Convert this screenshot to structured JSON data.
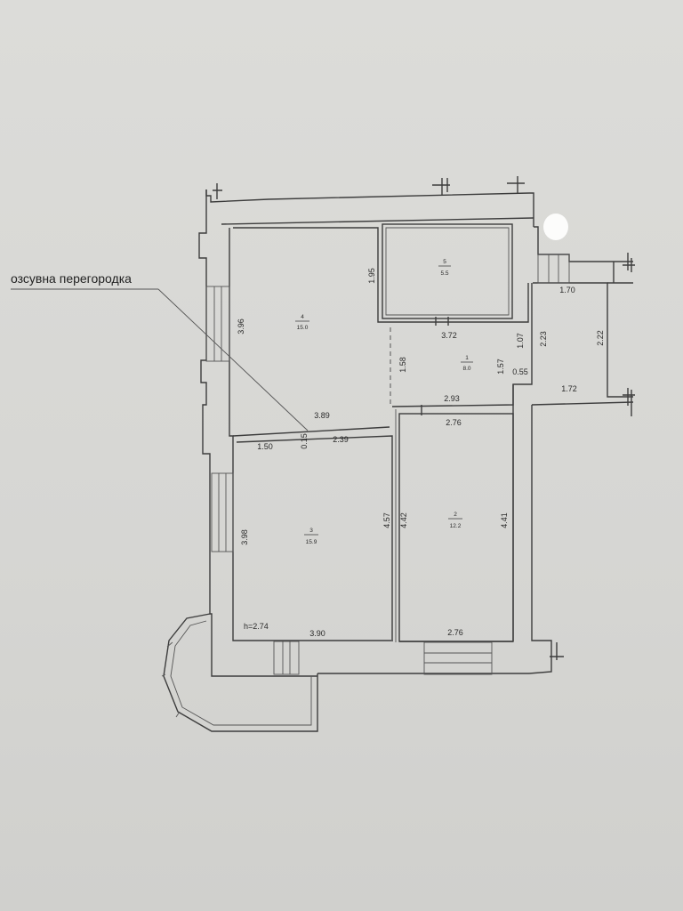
{
  "callout": {
    "label": "озсувна перегородка"
  },
  "ceiling_height": "h=2.74",
  "rooms": [
    {
      "number": "1",
      "area": "8.0"
    },
    {
      "number": "2",
      "area": "12.2"
    },
    {
      "number": "3",
      "area": "15.9"
    },
    {
      "number": "4",
      "area": "15.0"
    },
    {
      "number": "5",
      "area": "5.5"
    }
  ],
  "dimensions": {
    "d_1_95": "1.95",
    "d_3_96": "3.96",
    "d_3_72": "3.72",
    "d_1_58": "1.58",
    "d_1_57": "1.57",
    "d_1_07": "1.07",
    "d_2_23": "2.23",
    "d_2_22": "2.22",
    "d_1_70": "1.70",
    "d_0_55": "0.55",
    "d_1_72": "1.72",
    "d_2_93": "2.93",
    "d_3_89": "3.89",
    "d_2_76_top": "2.76",
    "d_1_50": "1.50",
    "d_0_15": "0.15",
    "d_2_39": "2.39",
    "d_3_98": "3.98",
    "d_4_57": "4.57",
    "d_4_42": "4.42",
    "d_4_41": "4.41",
    "d_3_90": "3.90",
    "d_2_76_bottom": "2.76"
  }
}
